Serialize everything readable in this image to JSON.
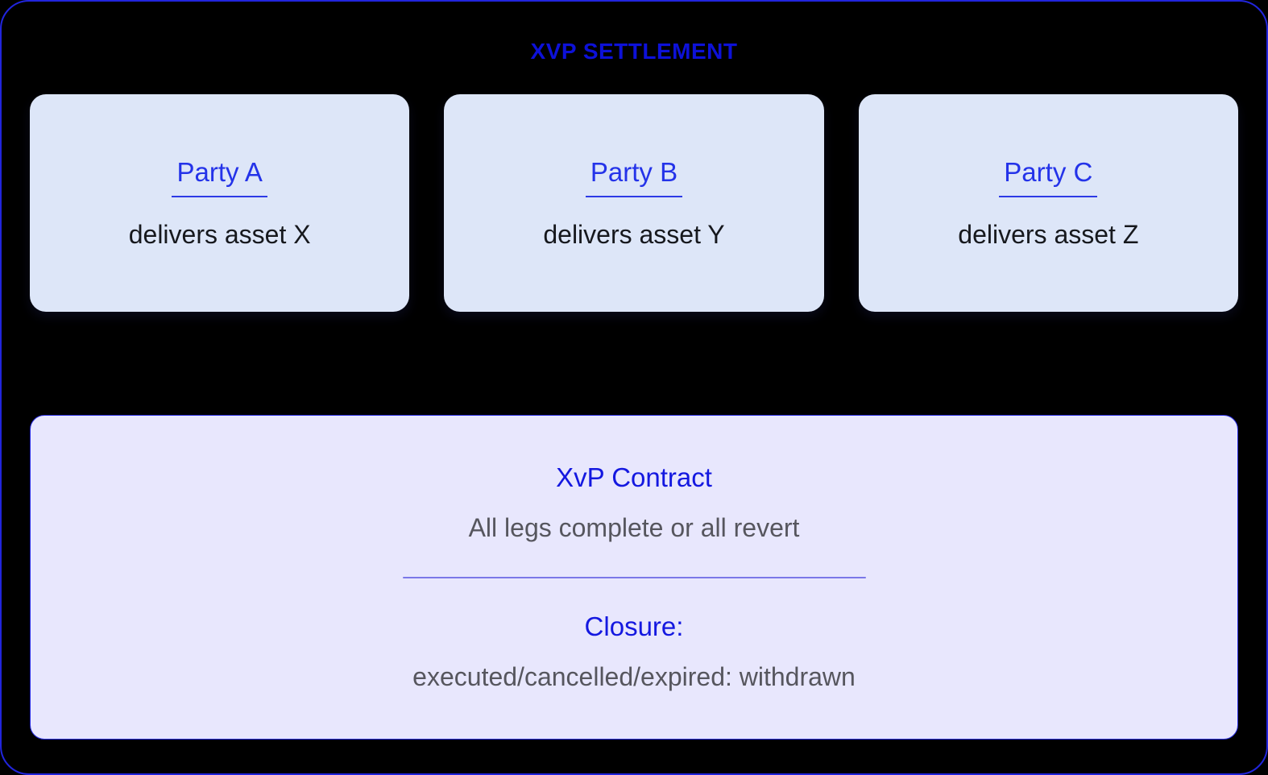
{
  "title": "XVP SETTLEMENT",
  "parties": [
    {
      "name": "Party A",
      "action": "delivers asset X"
    },
    {
      "name": "Party B",
      "action": "delivers asset Y"
    },
    {
      "name": "Party C",
      "action": "delivers asset Z"
    }
  ],
  "contract": {
    "title": "XvP Contract",
    "rule": "All legs complete or all revert",
    "closure_label": "Closure:",
    "closure_detail": "executed/cancelled/expired: withdrawn"
  },
  "colors": {
    "panel_background": "#000000",
    "panel_border_blue": "#2125dd",
    "title_blue": "#0d11d8",
    "party_card_background": "#dde6f8",
    "party_name_blue": "#2433e9",
    "party_action_text": "#16181d",
    "contract_card_background": "#e8e7fd",
    "contract_card_border": "#282ce0",
    "contract_heading_blue": "#1418e0",
    "contract_body_gray": "#56565e",
    "divider_purple": "#7b78e8"
  }
}
